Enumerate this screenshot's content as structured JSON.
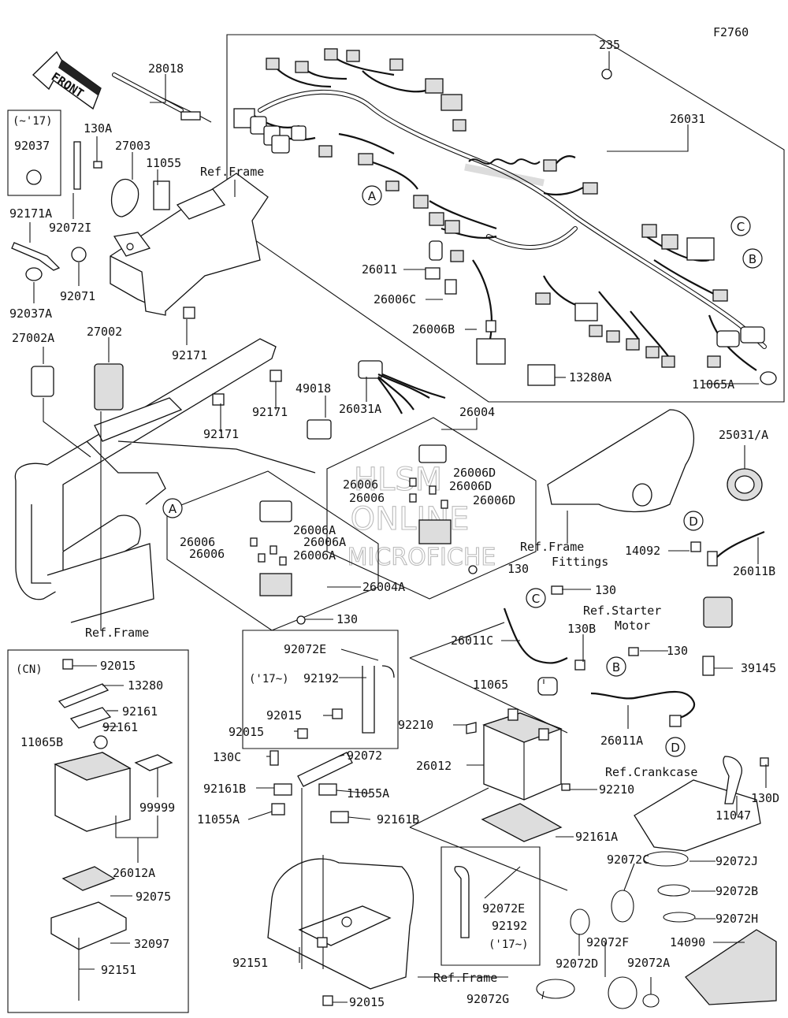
{
  "figure_id": "F2760",
  "front_arrow": "FRONT",
  "watermark": {
    "line1": "HLSM",
    "line2": "ONLINE",
    "line3": "MICROFICHE"
  },
  "refs": {
    "frame_top": "Ref.Frame",
    "frame_left": "Ref.Frame",
    "frame_bottom": "Ref.Frame",
    "frame_fittings_1": "Ref.Frame",
    "frame_fittings_2": "Fittings",
    "starter_1": "Ref.Starter",
    "starter_2": "Motor",
    "crankcase": "Ref.Crankcase"
  },
  "notes": {
    "to17": "(~'17)",
    "from17_a": "('17~)",
    "from17_b": "('17~)",
    "cn": "(CN)"
  },
  "callouts": {
    "A1": "A",
    "A2": "A",
    "B1": "B",
    "B2": "B",
    "C1": "C",
    "C2": "C",
    "D1": "D",
    "D2": "D"
  },
  "labels": {
    "p235": "235",
    "p26031": "26031",
    "p28018": "28018",
    "p92037": "92037",
    "p130A": "130A",
    "p27003": "27003",
    "p11055": "11055",
    "p92171A": "92171A",
    "p92072I": "92072I",
    "p92071": "92071",
    "p92037A": "92037A",
    "p26011": "26011",
    "p26006C": "26006C",
    "p26006B": "26006B",
    "p13280A": "13280A",
    "p11065A": "11065A",
    "p27002A": "27002A",
    "p27002": "27002",
    "p92171_a": "92171",
    "p92171_b": "92171",
    "p92171_c": "92171",
    "p49018": "49018",
    "p26031A": "26031A",
    "p26004": "26004",
    "p26006D_1": "26006D",
    "p26006D_2": "26006D",
    "p26006D_3": "26006D",
    "p26006_r1": "26006",
    "p26006_r2": "26006",
    "p26006_l1": "26006",
    "p26006_l2": "26006",
    "p26006A_1": "26006A",
    "p26006A_2": "26006A",
    "p26006A_3": "26006A",
    "p26004A": "26004A",
    "p130_a": "130",
    "p130_b": "130",
    "p130_c": "130",
    "p130_d": "130",
    "p25031A": "25031/A",
    "p14092": "14092",
    "p26011B": "26011B",
    "p26011C": "26011C",
    "p130B": "130B",
    "p39145": "39145",
    "p92015_cn": "92015",
    "p13280": "13280",
    "p92161_1": "92161",
    "p92161_2": "92161",
    "p11065B": "11065B",
    "p99999": "99999",
    "p26012A": "26012A",
    "p92075": "92075",
    "p32097": "32097",
    "p92151_l": "92151",
    "p92072E_t": "92072E",
    "p92192_t": "92192",
    "p92015_a": "92015",
    "p92015_b": "92015",
    "p92072": "92072",
    "p130C": "130C",
    "p92161B_1": "92161B",
    "p11055A_1": "11055A",
    "p11055A_2": "11055A",
    "p92161B_2": "92161B",
    "p11065": "11065",
    "p92210_1": "92210",
    "p92210_2": "92210",
    "p26012": "26012",
    "p26011A": "26011A",
    "p130D": "130D",
    "p11047": "11047",
    "p92161A": "92161A",
    "p92072C": "92072C",
    "p92072J": "92072J",
    "p92072B": "92072B",
    "p92072H": "92072H",
    "p92072E_b": "92072E",
    "p92192_b": "92192",
    "p92072F": "92072F",
    "p92072D": "92072D",
    "p92072A": "92072A",
    "p14090": "14090",
    "p92151_b": "92151",
    "p92015_c": "92015",
    "p92072G": "92072G"
  }
}
